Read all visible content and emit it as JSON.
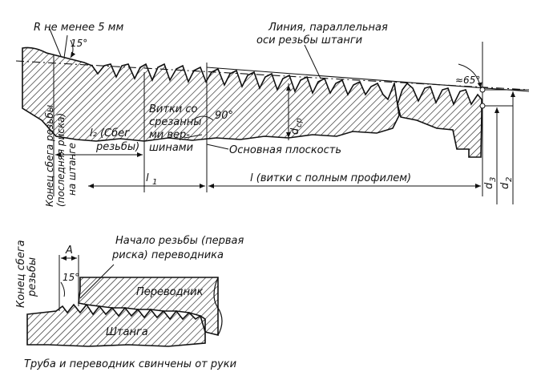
{
  "top": {
    "radius_note": "R не менее 5 мм",
    "angle_top": "15°",
    "parallel_line_label": [
      "Линия, параллельная",
      "оси резьбы штанги"
    ],
    "angle_right": "≈65°",
    "thread_run_end": [
      "Конец сбега резьбы",
      "(последняя риска)",
      "на штанге"
    ],
    "l2_label": [
      "l₂ (Сбег",
      "резьбы)"
    ],
    "cut_turns": [
      "Витки со",
      "срезанны",
      "ми вер-",
      "шинами"
    ],
    "angle_90": "90°",
    "d_cp": "d",
    "d_cp_sub": "ср",
    "main_plane": "Основная плоскость",
    "l1": "l",
    "l1_sub": "1",
    "l_full": "l (витки с полным профилем)",
    "d3": "d",
    "d3_sub": "3",
    "d2": "d",
    "d2_sub": "2"
  },
  "bottom": {
    "run_end": [
      "Конец сбега",
      "резьбы"
    ],
    "A": "A",
    "start_label": [
      "Начало резьбы (первая",
      "риска) переводника"
    ],
    "angle": "15°",
    "perevodnik": "Переводник",
    "shtanga": "Штанга",
    "caption": "Труба и переводник свинчены от руки"
  }
}
